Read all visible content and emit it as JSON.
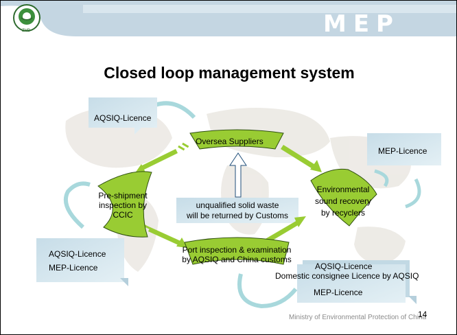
{
  "slide": {
    "title": "Closed loop management system",
    "header_logo_text": "MEP",
    "emblem_caption": "ZHB",
    "footer": "Ministry of Environmental Protection of China",
    "page_number": "14"
  },
  "diagram": {
    "nodes": {
      "oversea_suppliers": "Oversea Suppliers",
      "pre_shipment": [
        "Pre-shipment",
        "inspection by",
        "CCIC"
      ],
      "environmental_recovery": [
        "Environmental",
        "sound recovery",
        "by recyclers"
      ],
      "port_inspection": [
        "Port inspection & examination",
        "by AQSIQ and China customs"
      ]
    },
    "center_note": [
      "unqualified solid waste",
      "will be returned by Customs"
    ],
    "licence_notes": {
      "top_left": "AQSIQ-Licence",
      "top_right": "MEP-Licence",
      "bottom_left": [
        "AQSIQ-Licence",
        "MEP-Licence"
      ],
      "bottom_right": [
        "AQSIQ-Licence",
        "Domestic consignee Licence by AQSIQ",
        "MEP-Licence"
      ]
    }
  },
  "colors": {
    "node_green": "#99cc33",
    "note_blue": "#d6e8f0",
    "header_band": "#b9cfdc",
    "arrow_light": "#a8d8dc"
  }
}
